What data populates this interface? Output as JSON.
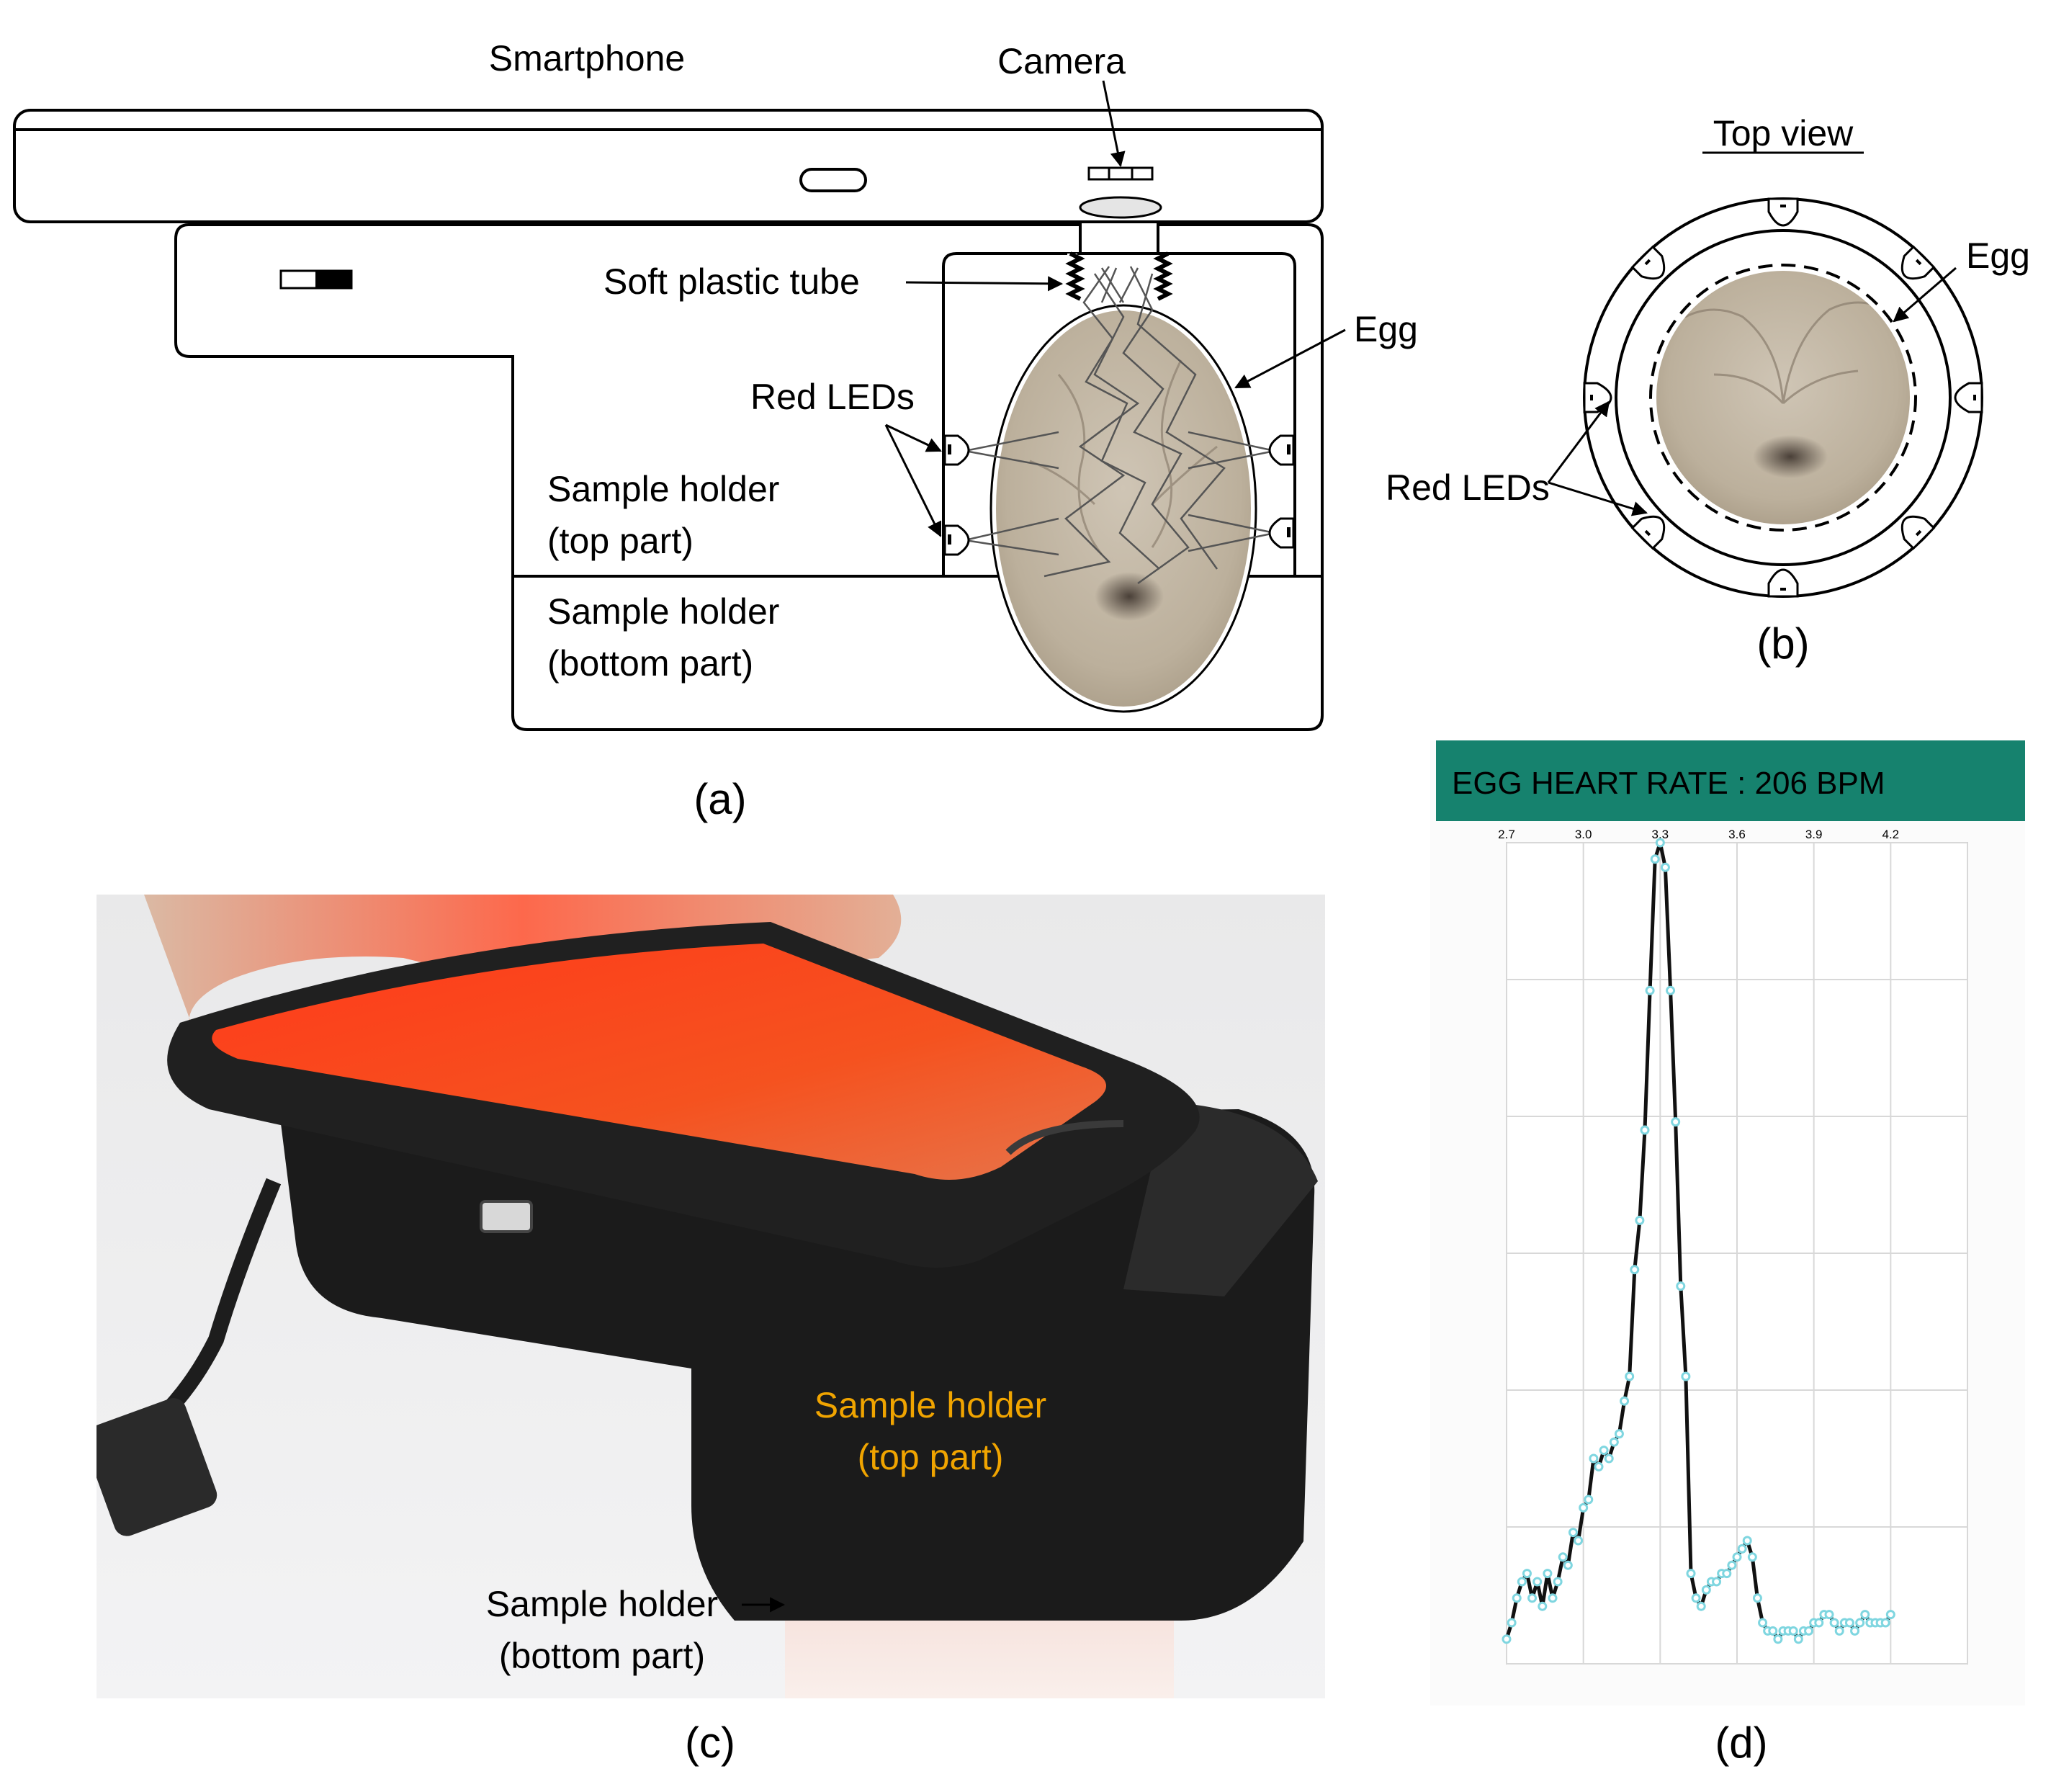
{
  "labels": {
    "smartphone": "Smartphone",
    "camera": "Camera",
    "soft_tube": "Soft plastic tube",
    "egg_a": "Egg",
    "red_leds_a": "Red LEDs",
    "holder_top_1": "Sample holder",
    "holder_top_2": "(top part)",
    "holder_bottom_1": "Sample holder",
    "holder_bottom_2": "(bottom part)",
    "top_view": "Top view",
    "egg_b": "Egg",
    "red_leds_b": "Red LEDs",
    "photo_top_1": "Sample holder",
    "photo_top_2": "(top part)",
    "photo_bottom_1": "Sample holder",
    "photo_bottom_2": "(bottom part)"
  },
  "panels": {
    "a": "(a)",
    "b": "(b)",
    "c": "(c)",
    "d": "(d)"
  },
  "app": {
    "banner": "EGG HEART RATE : 206 BPM",
    "banner_color": "#16826e"
  },
  "chart_data": {
    "type": "line",
    "title": "",
    "xlabel": "",
    "ylabel": "",
    "x_ticks": [
      "2.7",
      "3.0",
      "3.3",
      "3.6",
      "3.9",
      "4.2"
    ],
    "xlim": [
      2.7,
      4.5
    ],
    "ylim": [
      0,
      100
    ],
    "grid": true,
    "line_color": "#111111",
    "marker_color": "#7fd6e0",
    "series": [
      {
        "x": [
          2.7,
          2.72,
          2.74,
          2.76,
          2.78,
          2.8,
          2.82,
          2.84,
          2.86,
          2.88,
          2.9,
          2.92,
          2.94,
          2.96,
          2.98,
          3.0,
          3.02,
          3.04,
          3.06,
          3.08,
          3.1,
          3.12,
          3.14,
          3.16,
          3.18,
          3.2,
          3.22,
          3.24,
          3.26,
          3.28,
          3.3,
          3.32,
          3.34,
          3.36,
          3.38,
          3.4,
          3.42,
          3.44,
          3.46,
          3.48,
          3.5,
          3.52,
          3.54,
          3.56,
          3.58,
          3.6,
          3.62,
          3.64,
          3.66,
          3.68,
          3.7,
          3.72,
          3.74,
          3.76,
          3.78,
          3.8,
          3.82,
          3.84,
          3.86,
          3.88,
          3.9,
          3.92,
          3.94,
          3.96,
          3.98,
          4.0,
          4.02,
          4.04,
          4.06,
          4.08,
          4.1,
          4.12,
          4.14,
          4.16,
          4.18,
          4.2
        ],
        "y": [
          3,
          5,
          8,
          10,
          11,
          8,
          10,
          7,
          11,
          8,
          10,
          13,
          12,
          16,
          15,
          19,
          20,
          25,
          24,
          26,
          25,
          27,
          28,
          32,
          35,
          48,
          54,
          65,
          82,
          98,
          100,
          97,
          82,
          66,
          46,
          35,
          11,
          8,
          7,
          9,
          10,
          10,
          11,
          11,
          12,
          13,
          14,
          15,
          13,
          8,
          5,
          4,
          4,
          3,
          4,
          4,
          4,
          3,
          4,
          4,
          5,
          5,
          6,
          6,
          5,
          4,
          5,
          5,
          4,
          5,
          6,
          5,
          5,
          5,
          5,
          6
        ]
      }
    ]
  }
}
